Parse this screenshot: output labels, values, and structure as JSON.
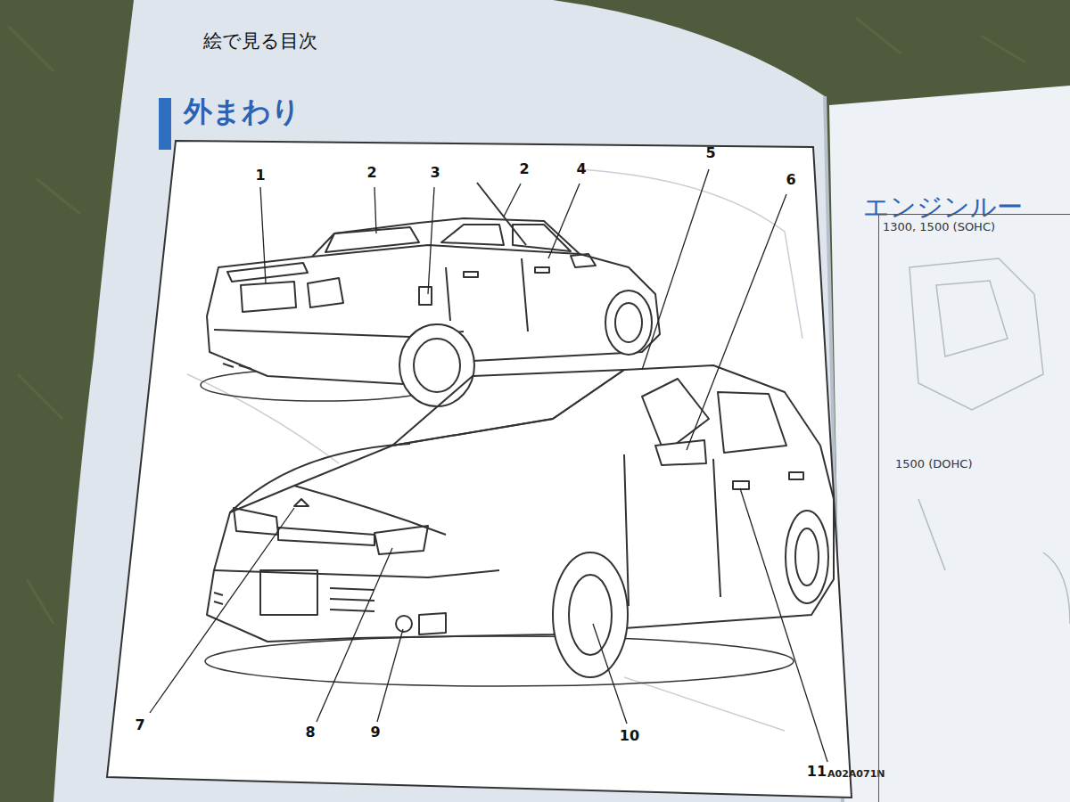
{
  "diagram": {
    "title": "絵で見る目次",
    "nodes": [
      {
        "text": [
          "1300, 1500 (SOHC)",
          "1500 (DOHC)"
        ]
      }
    ],
    "labels": [
      "外まわり",
      "1",
      "2",
      "3",
      "2",
      "4",
      "5",
      "6",
      "7",
      "8",
      "9",
      "10",
      "11",
      "A02A071N",
      "エンジンルー"
    ]
  }
}
